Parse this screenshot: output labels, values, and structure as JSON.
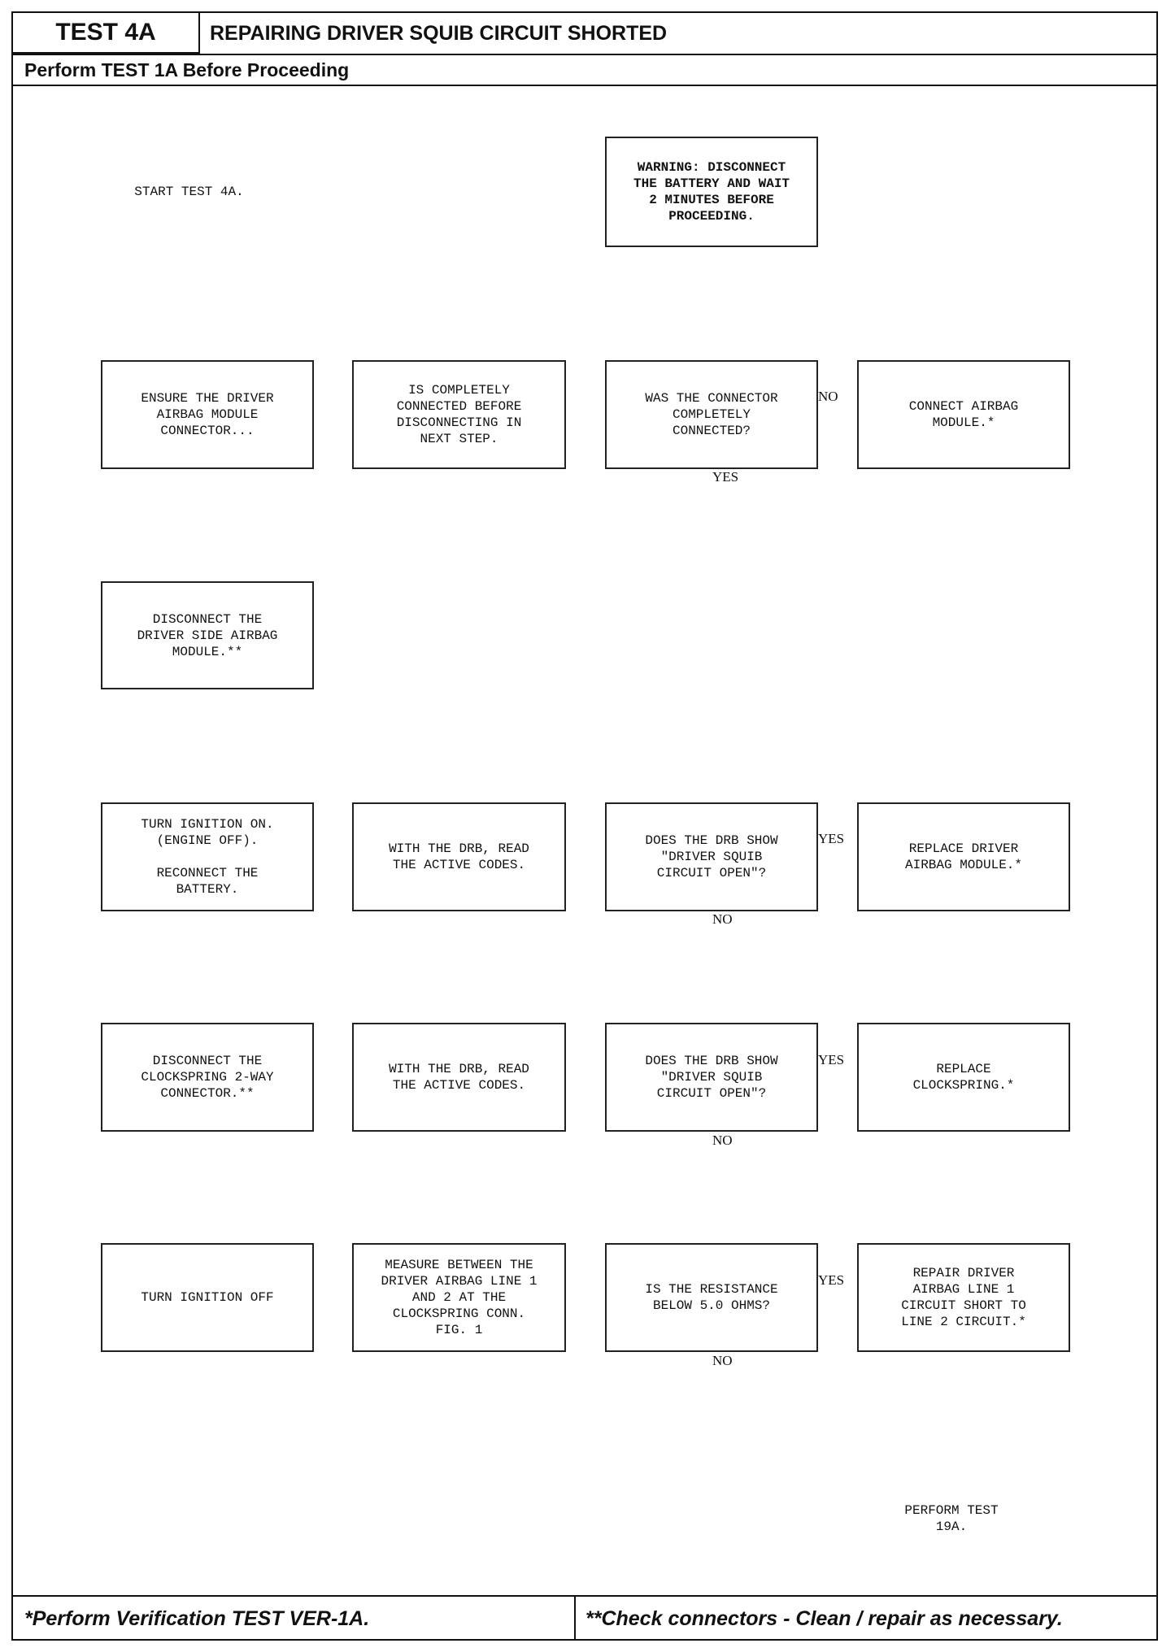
{
  "header": {
    "test_id": "TEST 4A",
    "title": "REPAIRING DRIVER SQUIB CIRCUIT SHORTED",
    "prerequisite": "Perform TEST 1A Before Proceeding"
  },
  "footer": {
    "left": "*Perform Verification TEST VER-1A.",
    "right": "**Check connectors - Clean / repair as necessary."
  },
  "steps": {
    "start": "START TEST 4A.",
    "warning": "WARNING: DISCONNECT\nTHE BATTERY AND WAIT\n2 MINUTES BEFORE\nPROCEEDING.",
    "ensure_connector": "ENSURE THE DRIVER\nAIRBAG MODULE\nCONNECTOR...",
    "is_completely": "IS COMPLETELY\nCONNECTED BEFORE\nDISCONNECTING IN\nNEXT STEP.",
    "was_connected": "WAS THE CONNECTOR\nCOMPLETELY\nCONNECTED?",
    "connect_module": "CONNECT AIRBAG\nMODULE.*",
    "disconnect_module": "DISCONNECT THE\nDRIVER SIDE AIRBAG\nMODULE.**",
    "ignition_on": "TURN IGNITION ON.\n(ENGINE OFF).\n\nRECONNECT THE\nBATTERY.",
    "read_codes_1": "WITH THE DRB, READ\nTHE ACTIVE CODES.",
    "drb_show_1": "DOES THE DRB SHOW\n\"DRIVER SQUIB\nCIRCUIT OPEN\"?",
    "replace_module": "REPLACE DRIVER\nAIRBAG MODULE.*",
    "disconnect_clockspring": "DISCONNECT THE\nCLOCKSPRING 2-WAY\nCONNECTOR.**",
    "read_codes_2": "WITH THE DRB, READ\nTHE ACTIVE CODES.",
    "drb_show_2": "DOES THE DRB SHOW\n\"DRIVER SQUIB\nCIRCUIT OPEN\"?",
    "replace_clockspring": "REPLACE\nCLOCKSPRING.*",
    "ignition_off": "TURN IGNITION OFF",
    "measure": "MEASURE BETWEEN THE\nDRIVER AIRBAG LINE 1\nAND 2 AT THE\nCLOCKSPRING CONN.\nFIG. 1",
    "resistance": "IS THE RESISTANCE\nBELOW 5.0 OHMS?",
    "repair_line": "REPAIR DRIVER\nAIRBAG LINE 1\nCIRCUIT SHORT TO\nLINE 2 CIRCUIT.*",
    "perform_19a": "PERFORM TEST\n19A."
  },
  "branch_labels": {
    "no_1": "NO",
    "yes_1": "YES",
    "yes_2": "YES",
    "no_2": "NO",
    "yes_3": "YES",
    "no_3": "NO",
    "yes_4": "YES",
    "no_4": "NO"
  }
}
